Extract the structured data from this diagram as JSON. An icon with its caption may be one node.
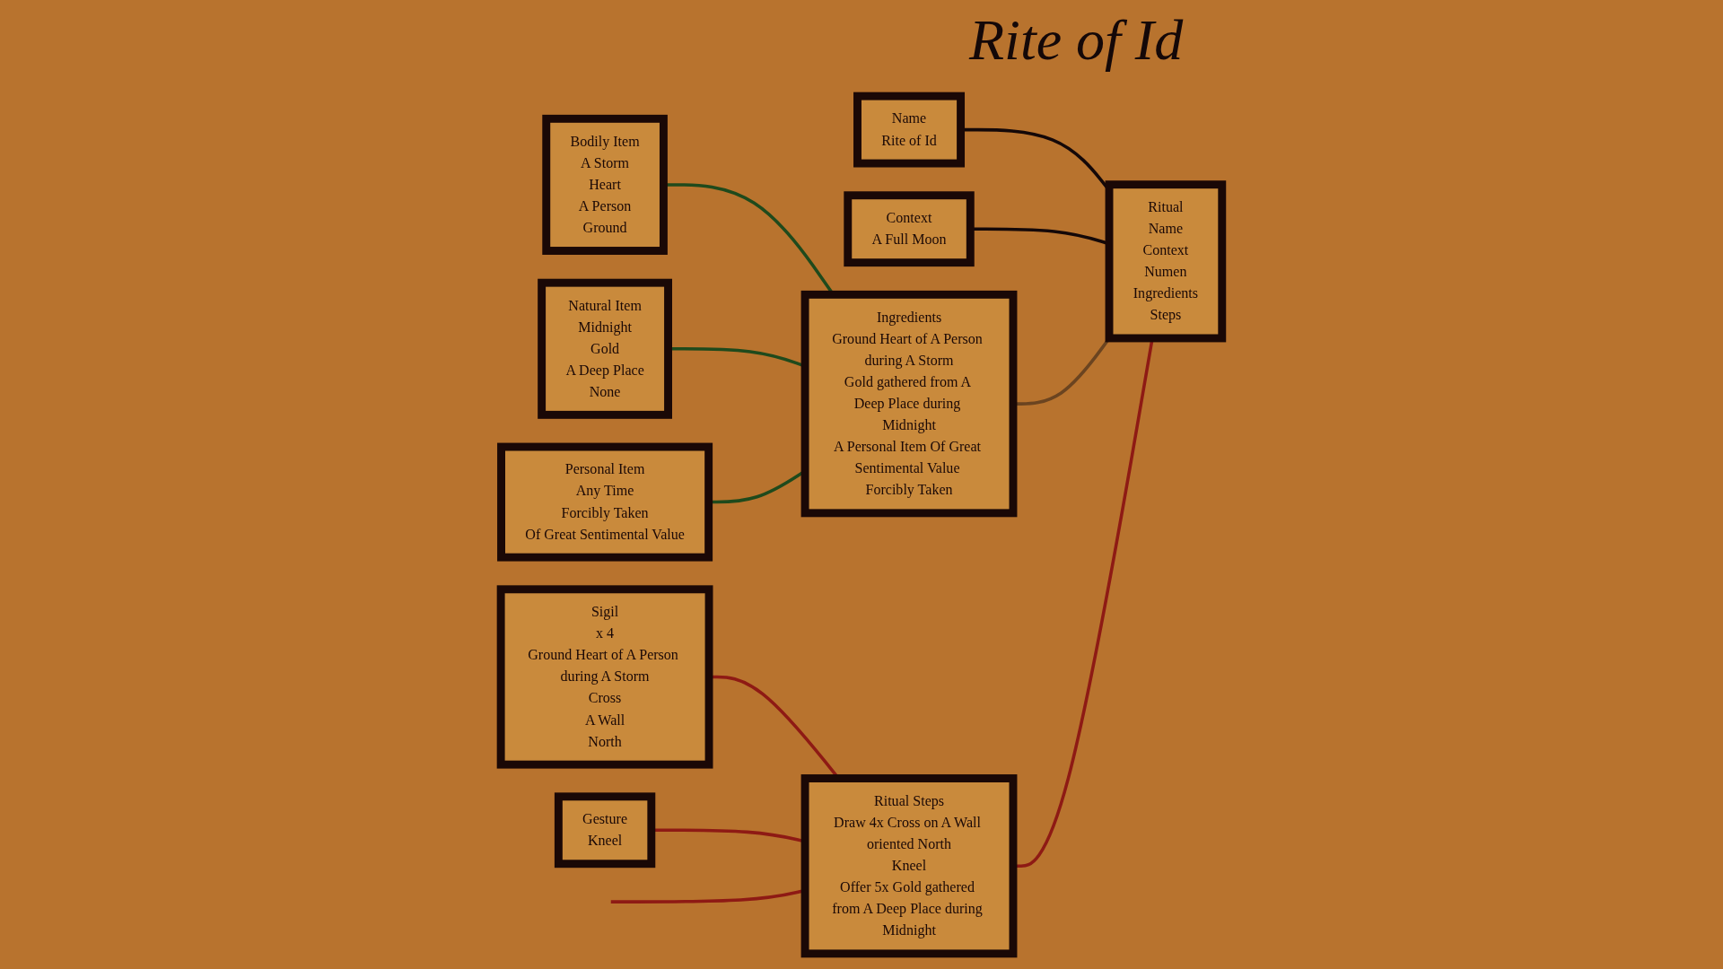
{
  "diagram": {
    "title": "Rite of Id",
    "nodes": [
      {
        "text": [
          "Bodily Item",
          "A Storm",
          "Heart",
          "A Person",
          "Ground"
        ]
      },
      {
        "text": [
          "Natural Item",
          "Midnight",
          "Gold",
          "A Deep Place",
          "None"
        ]
      },
      {
        "text": [
          "Personal Item",
          "Any Time",
          "Forcibly Taken",
          "Of Great Sentimental Value"
        ]
      },
      {
        "text": [
          "Ingredients",
          "Ground Heart of A Person during A Storm",
          "Gold gathered from A Deep Place during Midnight",
          "A Personal Item Of Great Sentimental Value Forcibly Taken"
        ]
      },
      {
        "text": [
          "Sigil",
          "x 4",
          "Ground Heart of A Person during A Storm",
          "Cross",
          "A Wall",
          "North"
        ]
      },
      {
        "text": [
          "Name",
          "Rite of Id"
        ]
      },
      {
        "text": [
          "Context",
          "A Full Moon"
        ]
      },
      {
        "text": [
          "Gesture",
          "Kneel"
        ]
      },
      {
        "text": [
          "Ritual Steps",
          "Draw 4x Cross on A Wall oriented North",
          "Kneel",
          "Offer 5x Gold gathered from A Deep Place during Midnight"
        ]
      },
      {
        "text": [
          "Ritual",
          "Name",
          "Context",
          "Numen",
          "Ingredients",
          "Steps"
        ]
      }
    ],
    "edges": [
      {
        "from": 0,
        "to": 3,
        "arrow": "none",
        "color": "#1f4a1c"
      },
      {
        "from": 1,
        "to": 3,
        "arrow": "none",
        "color": "#1f4a1c"
      },
      {
        "from": 2,
        "to": 3,
        "arrow": "none",
        "color": "#1f4a1c"
      },
      {
        "from": 5,
        "to": 9,
        "arrow": "none",
        "color": "#140808"
      },
      {
        "from": 6,
        "to": 9,
        "arrow": "none",
        "color": "#140808"
      },
      {
        "from": 3,
        "to": 9,
        "arrow": "none",
        "color": "#6b4420"
      },
      {
        "from": 4,
        "to": 8,
        "arrow": "none"
      },
      {
        "from": 7,
        "to": 8,
        "arrow": "none"
      },
      {
        "from": null,
        "to": 8,
        "arrow": "none"
      },
      {
        "from": 8,
        "to": 9,
        "arrow": "none"
      }
    ]
  }
}
